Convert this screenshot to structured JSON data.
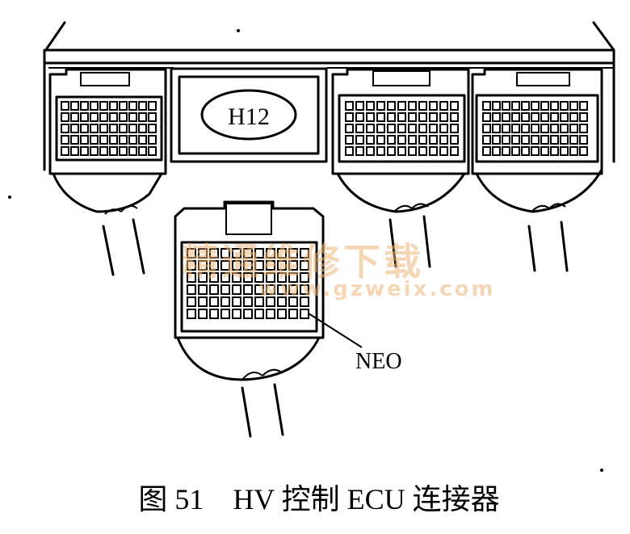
{
  "diagram": {
    "ecu_label": "H12",
    "callout_label": "NEO",
    "caption": "图 51　HV 控制 ECU 连接器",
    "watermark_cn": "精通维修下载",
    "watermark_url": "www.gzweix.com",
    "colors": {
      "ink": "#000000",
      "paper": "#ffffff",
      "watermark": "#f0b87a"
    }
  }
}
